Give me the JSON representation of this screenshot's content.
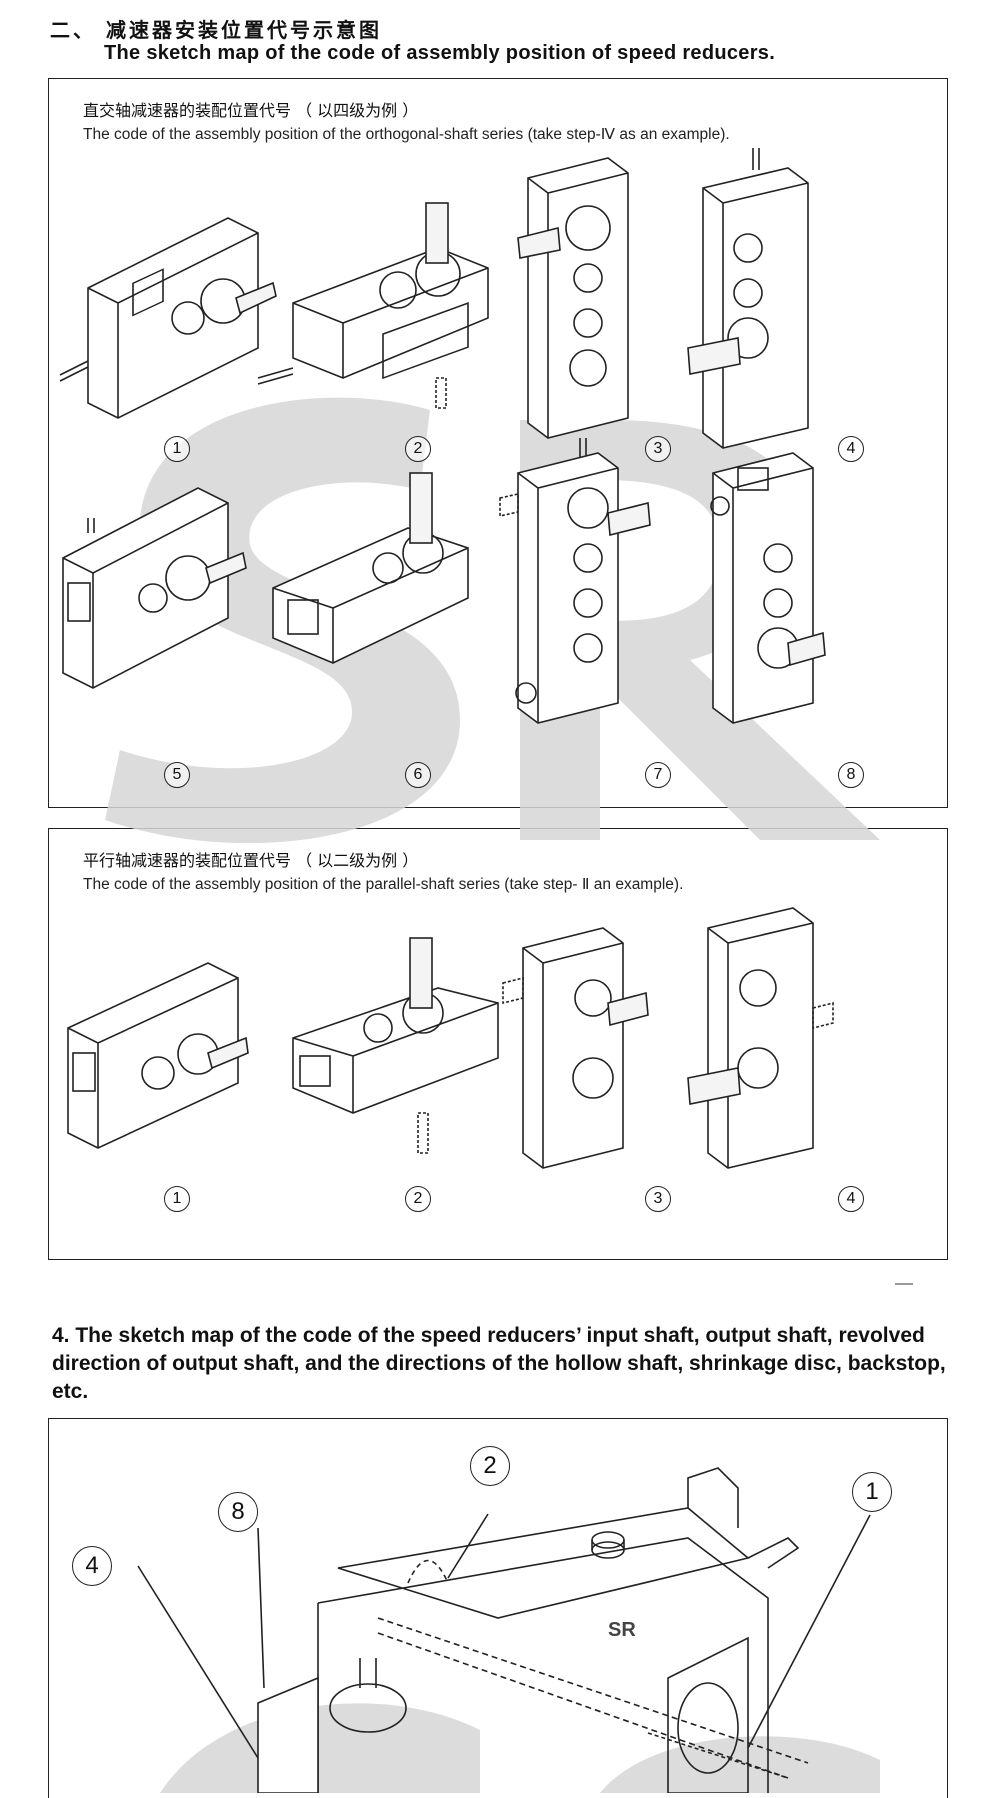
{
  "headings": {
    "zh": "二、 减速器安装位置代号示意图",
    "en": "The sketch map of the code of assembly position of speed reducers."
  },
  "orthogonal": {
    "title_zh": "直交轴减速器的装配位置代号 （ 以四级为例 ）",
    "title_en": "The code of the assembly position of the orthogonal-shaft series (take step-Ⅳ as an example).",
    "labels": [
      "1",
      "2",
      "3",
      "4",
      "5",
      "6",
      "7",
      "8"
    ]
  },
  "parallel": {
    "title_zh": "平行轴减速器的装配位置代号 （ 以二级为例 ）",
    "title_en": "The code of the assembly position of the parallel-shaft series (take step- Ⅱ  an example).",
    "labels": [
      "1",
      "2",
      "3",
      "4"
    ]
  },
  "section4": {
    "title": "4. The  sketch map of the code of the speed reducers’ input  shaft, output shaft, revolved direction of output shaft, and the directions of the hollow shaft, shrinkage disc, backstop, etc.",
    "callouts": [
      "1",
      "2",
      "8",
      "4"
    ]
  },
  "watermark": {
    "text": "SR",
    "color": "#d6d6d6"
  },
  "colors": {
    "line": "#222222",
    "text": "#111111",
    "watermark": "#d6d6d6"
  }
}
